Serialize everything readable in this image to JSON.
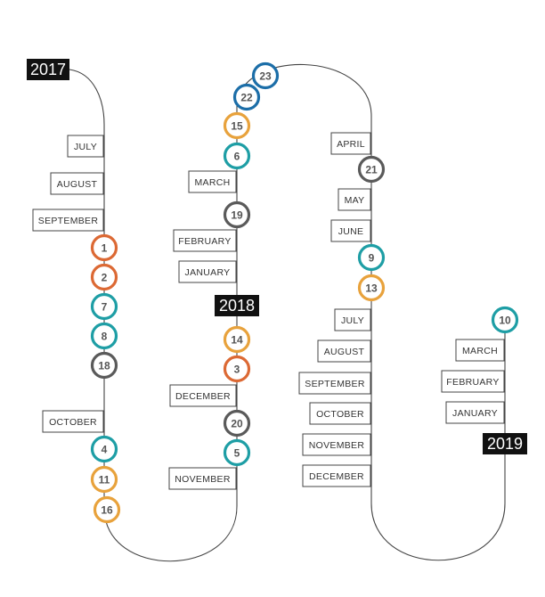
{
  "colors": {
    "orange": "#e8a23c",
    "red": "#dc6934",
    "teal": "#1e9ea5",
    "blue": "#1c6ea8",
    "gray": "#5a5a5a",
    "line": "#444444"
  },
  "years": [
    "2017",
    "2018",
    "2019"
  ],
  "months": [
    "JULY",
    "AUGUST",
    "SEPTEMBER",
    "OCTOBER",
    "MARCH",
    "FEBRUARY",
    "JANUARY",
    "DECEMBER",
    "NOVEMBER",
    "APRIL",
    "MAY",
    "JUNE",
    "JULY",
    "AUGUST",
    "SEPTEMBER",
    "OCTOBER",
    "NOVEMBER",
    "DECEMBER",
    "MARCH",
    "FEBRUARY",
    "JANUARY"
  ],
  "nodes": [
    {
      "label": "1",
      "color": "red"
    },
    {
      "label": "2",
      "color": "red"
    },
    {
      "label": "7",
      "color": "teal"
    },
    {
      "label": "8",
      "color": "teal"
    },
    {
      "label": "18",
      "color": "gray"
    },
    {
      "label": "4",
      "color": "teal"
    },
    {
      "label": "11",
      "color": "orange"
    },
    {
      "label": "16",
      "color": "orange"
    },
    {
      "label": "23",
      "color": "blue"
    },
    {
      "label": "22",
      "color": "blue"
    },
    {
      "label": "15",
      "color": "orange"
    },
    {
      "label": "6",
      "color": "teal"
    },
    {
      "label": "19",
      "color": "gray"
    },
    {
      "label": "14",
      "color": "orange"
    },
    {
      "label": "3",
      "color": "red"
    },
    {
      "label": "20",
      "color": "gray"
    },
    {
      "label": "5",
      "color": "teal"
    },
    {
      "label": "21",
      "color": "gray"
    },
    {
      "label": "9",
      "color": "teal"
    },
    {
      "label": "13",
      "color": "orange"
    },
    {
      "label": "10",
      "color": "teal"
    }
  ]
}
